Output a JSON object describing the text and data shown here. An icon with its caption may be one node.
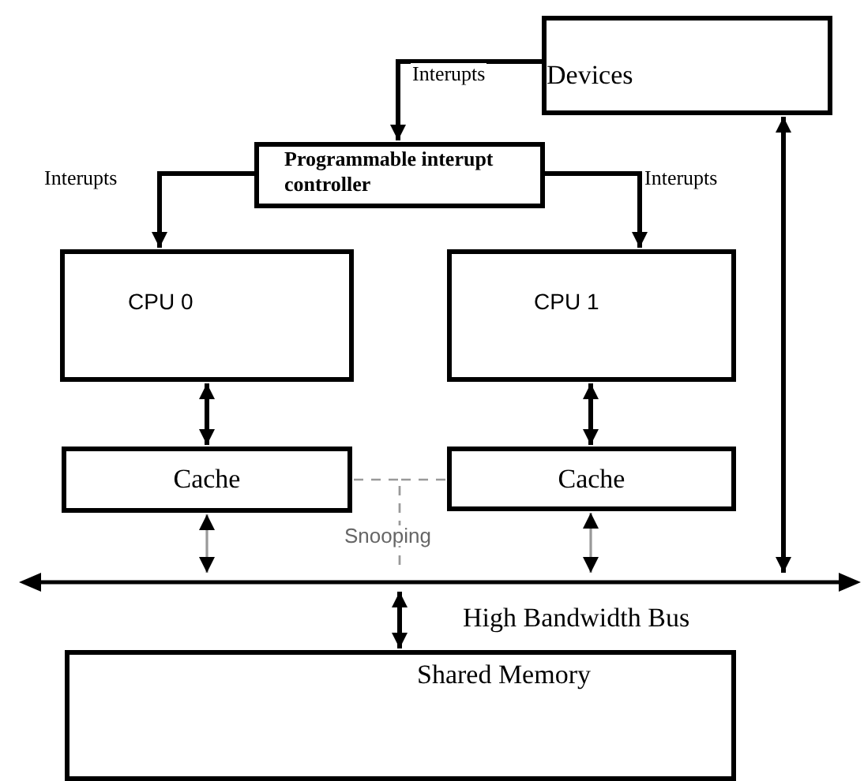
{
  "diagram": {
    "nodes": [
      {
        "text": [
          "Devices"
        ]
      },
      {
        "text": [
          "Programmable interupt controller"
        ]
      },
      {
        "text": [
          "CPU 0"
        ]
      },
      {
        "text": [
          "CPU 1"
        ]
      },
      {
        "text": [
          "Cache"
        ]
      },
      {
        "text": [
          "Cache"
        ]
      },
      {
        "text": [],
        "shape": "bar",
        "beside": [
          "High Bandwidth Bus"
        ]
      },
      {
        "text": [
          "Shared Memory"
        ]
      }
    ],
    "edges": [
      {
        "from": 0,
        "to": 1,
        "arrow": "to",
        "label": "Interupts"
      },
      {
        "from": 1,
        "to": 2,
        "arrow": "to",
        "label": "Interupts"
      },
      {
        "from": 1,
        "to": 3,
        "arrow": "to",
        "label": "Interupts"
      },
      {
        "from": 2,
        "to": 4,
        "arrow": "both"
      },
      {
        "from": 3,
        "to": 5,
        "arrow": "both"
      },
      {
        "from": 4,
        "to": 6,
        "arrow": "both",
        "color": "#999999"
      },
      {
        "from": 5,
        "to": 6,
        "arrow": "both",
        "color": "#999999"
      },
      {
        "from": 0,
        "to": 6,
        "arrow": "both"
      },
      {
        "from": 6,
        "to": 7,
        "arrow": "both"
      },
      {
        "from": 4,
        "to": 6,
        "arrow": "none",
        "style": "dashed",
        "color": "#999999",
        "label": "Snooping"
      },
      {
        "from": 5,
        "to": 6,
        "arrow": "none",
        "style": "dashed",
        "color": "#999999"
      }
    ]
  }
}
